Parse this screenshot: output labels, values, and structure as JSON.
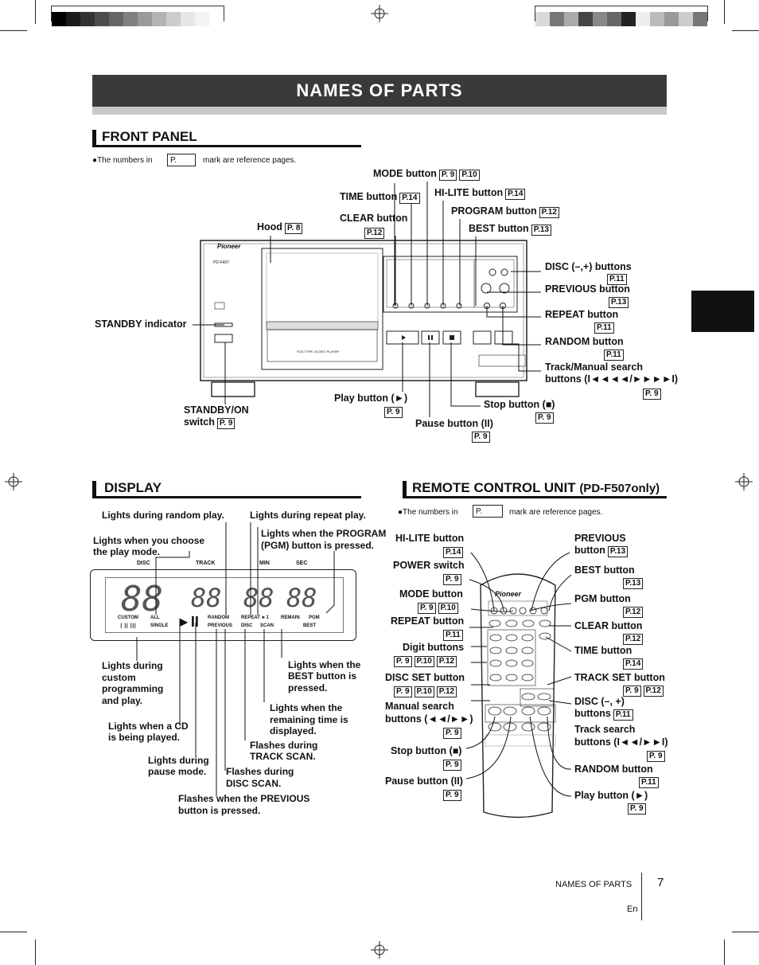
{
  "page": {
    "title": "NAMES  OF  PARTS",
    "footer_section": "NAMES  OF  PARTS",
    "page_number": "7",
    "language": "En"
  },
  "front_panel": {
    "heading": "FRONT PANEL",
    "note_prefix": "●The numbers in",
    "note_box": "P.",
    "note_suffix": "mark are reference pages.",
    "brand": "Pioneer",
    "model": "PD-F407",
    "disc_label": "FILE-TYPE 26 DISC PLAYER",
    "labels": {
      "mode": "MODE button",
      "mode_p1": "P. 9",
      "mode_p2": "P.10",
      "time": "TIME button",
      "time_p": "P.14",
      "hilite": "HI-LITE button",
      "hilite_p": "P.14",
      "clear": "CLEAR button",
      "clear_p": "P.12",
      "program": "PROGRAM button",
      "program_p": "P.12",
      "hood": "Hood",
      "hood_p": "P. 8",
      "best": "BEST button",
      "best_p": "P.13",
      "disc": "DISC (–,+) buttons",
      "disc_p": "P.11",
      "previous": "PREVIOUS button",
      "previous_p": "P.13",
      "standby_ind": "STANDBY indicator",
      "repeat": "REPEAT button",
      "repeat_p": "P.11",
      "random": "RANDOM button",
      "random_p": "P.11",
      "track1": "Track/Manual search",
      "track2": "buttons (I◄◄◄◄/►►►►I)",
      "track_p": "P. 9",
      "play": "Play button (►)",
      "play_p": "P. 9",
      "stop": "Stop button (■)",
      "stop_p": "P. 9",
      "standby1": "STANDBY/ON",
      "standby2": "switch",
      "standby_p": "P. 9",
      "pause": "Pause button (II)",
      "pause_p": "P. 9"
    }
  },
  "display": {
    "heading": "DISPLAY",
    "top_labels": [
      "DISC",
      "TRACK",
      "MIN",
      "SEC"
    ],
    "digits": [
      "88",
      "88",
      "88",
      "88"
    ],
    "indicators": {
      "custom": "CUSTOM",
      "all": "ALL",
      "single": "SINGLE",
      "roman": "I  II  III",
      "random": "RANDOM",
      "repeat": "REPEAT ►1",
      "remain": "REMAIN",
      "pgm": "PGM",
      "previous": "PREVIOUS",
      "disc": "DISC",
      "scan": "SCAN",
      "best": "BEST",
      "playpause": "►II"
    },
    "labels": {
      "random_play": "Lights during random play.",
      "repeat_play": "Lights during repeat play.",
      "choose1": "Lights when you choose",
      "choose2": "the play mode.",
      "program1": "Lights when the PROGRAM",
      "program2": "(PGM) button is pressed.",
      "custom1": "Lights during",
      "custom2": "custom",
      "custom3": "programming",
      "custom4": "and play.",
      "best1": "Lights when the",
      "best2": "BEST button is",
      "best3": "pressed.",
      "remain1": "Lights when the",
      "remain2": "remaining time is",
      "remain3": "displayed.",
      "cd1": "Lights when a CD",
      "cd2": "is being played.",
      "track_scan1": "Flashes during",
      "track_scan2": "TRACK SCAN.",
      "pause1": "Lights during",
      "pause2": "pause mode.",
      "disc_scan1": "Flashes  during",
      "disc_scan2": "DISC SCAN.",
      "previous1": "Flashes when the PREVIOUS",
      "previous2": "button is pressed."
    }
  },
  "remote": {
    "heading": "REMOTE CONTROL UNIT",
    "heading_suffix": "(PD-F507only)",
    "note_prefix": "●The numbers in",
    "note_box": "P.",
    "note_suffix": "mark are reference pages.",
    "brand": "Pioneer",
    "left_labels": {
      "hilite": "HI-LITE button",
      "hilite_p": "P.14",
      "power": "POWER switch",
      "power_p": "P. 9",
      "mode": "MODE button",
      "mode_p1": "P. 9",
      "mode_p2": "P.10",
      "repeat": "REPEAT button",
      "repeat_p": "P.11",
      "digit": "Digit buttons",
      "digit_p1": "P. 9",
      "digit_p2": "P.10",
      "digit_p3": "P.12",
      "discset": "DISC SET button",
      "discset_p1": "P. 9",
      "discset_p2": "P.10",
      "discset_p3": "P.12",
      "manual1": "Manual search",
      "manual2": "buttons (◄◄/►►)",
      "manual_p": "P. 9",
      "stop": "Stop button (■)",
      "stop_p": "P. 9",
      "pause": "Pause button (II)",
      "pause_p": "P. 9"
    },
    "right_labels": {
      "previous1": "PREVIOUS",
      "previous2": "button",
      "previous_p": "P.13",
      "best": "BEST button",
      "best_p": "P.13",
      "pgm": "PGM button",
      "pgm_p": "P.12",
      "clear": "CLEAR button",
      "clear_p": "P.12",
      "time": "TIME button",
      "time_p": "P.14",
      "trackset": "TRACK SET button",
      "trackset_p1": "P. 9",
      "trackset_p2": "P.12",
      "disc1": "DISC (–, +)",
      "disc2": "buttons",
      "disc_p": "P.11",
      "tsearch1": "Track search",
      "tsearch2": "buttons (I◄◄/►►I)",
      "tsearch_p": "P. 9",
      "random": "RANDOM button",
      "random_p": "P.11",
      "play": "Play button (►)",
      "play_p": "P. 9"
    }
  }
}
